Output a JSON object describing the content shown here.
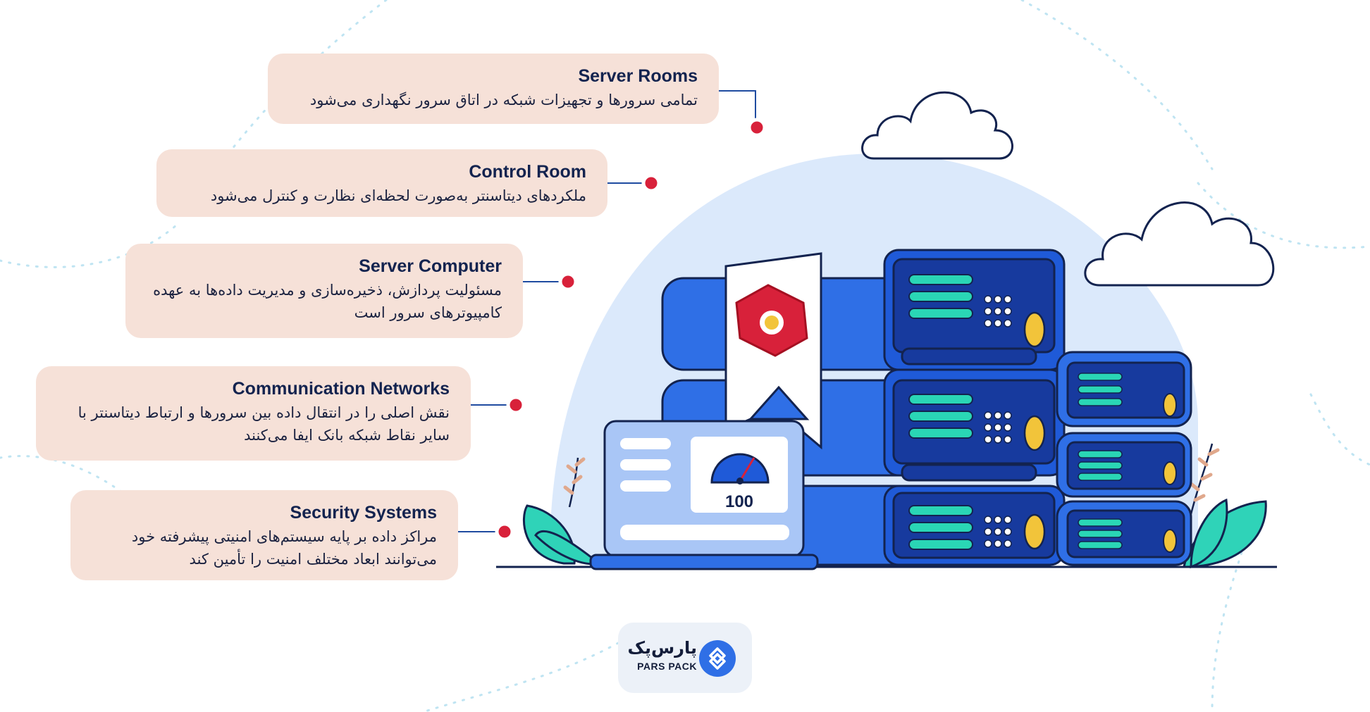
{
  "cards": [
    {
      "title": "Server Rooms",
      "desc": "تمامی سرورها و تجهیزات شبکه در اتاق سرور نگهداری می‌شود"
    },
    {
      "title": "Control Room",
      "desc": "ملکردهای دیتاسنتر به‌صورت لحظه‌ای نظارت و کنترل می‌شود"
    },
    {
      "title": "Server Computer",
      "desc": "مسئولیت پردازش، ذخیره‌سازی و مدیریت داده‌ها به عهده کامپیوترهای سرور است"
    },
    {
      "title": "Communication Networks",
      "desc": "نقش اصلی را در انتقال داده بین سرورها و ارتباط دیتاسنتر با سایر نقاط شبکه بانک ایفا می‌کنند"
    },
    {
      "title": "Security Systems",
      "desc": "مراکز داده بر پایه سیستم‌های امنیتی پیشرفته خود می‌توانند ابعاد مختلف امنیت را تأمین کند"
    }
  ],
  "gauge": {
    "value": "100"
  },
  "logo": {
    "fa": "پارس‌پک",
    "en": "PARS PACK"
  },
  "colors": {
    "card_bg": "#f6e1d8",
    "title": "#13234f",
    "accent_red": "#d8213a",
    "server_blue": "#2f6fe6",
    "server_dark": "#173a9e",
    "led_teal": "#2ad6b5",
    "knob_yellow": "#f2c43a",
    "leaf_teal": "#2fd3b8",
    "sky": "#dbe9fb"
  }
}
